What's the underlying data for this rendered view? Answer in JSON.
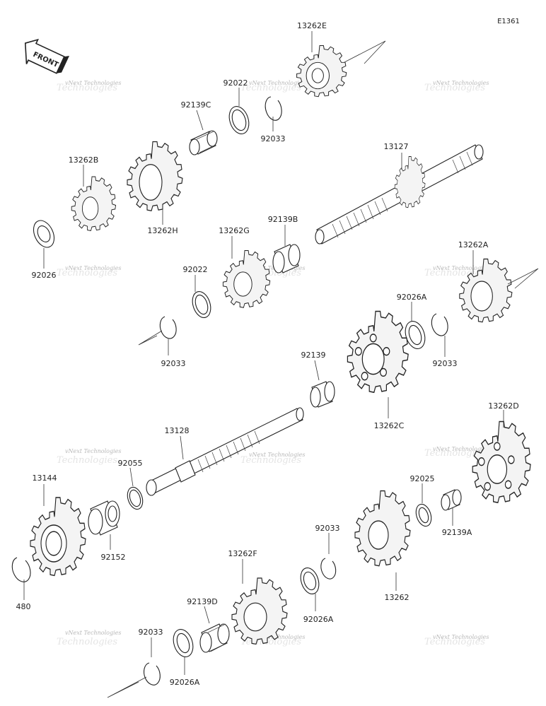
{
  "diagram_code": "E1361",
  "front_label": "FRONT",
  "watermark": "vNext Technologies",
  "labels": {
    "p13262E": "13262E",
    "p92022_top": "92022",
    "p92139C": "92139C",
    "p92033_top": "92033",
    "p13262B": "13262B",
    "p13262H": "13262H",
    "p92026": "92026",
    "p13127": "13127",
    "p13262G": "13262G",
    "p92139B": "92139B",
    "p92022_mid": "92022",
    "p92033_mid": "92033",
    "p13262A": "13262A",
    "p92026A_mid": "92026A",
    "p92033_right": "92033",
    "p92139": "92139",
    "p13262C": "13262C",
    "p13262D": "13262D",
    "p13128": "13128",
    "p92055": "92055",
    "p13144": "13144",
    "p92152": "92152",
    "p480": "480",
    "p92025": "92025",
    "p92139A": "92139A",
    "p92033_low": "92033",
    "p13262": "13262",
    "p92026A_low": "92026A",
    "p13262F": "13262F",
    "p92139D": "92139D",
    "p92033_bottom": "92033",
    "p92026A_bottom": "92026A"
  }
}
